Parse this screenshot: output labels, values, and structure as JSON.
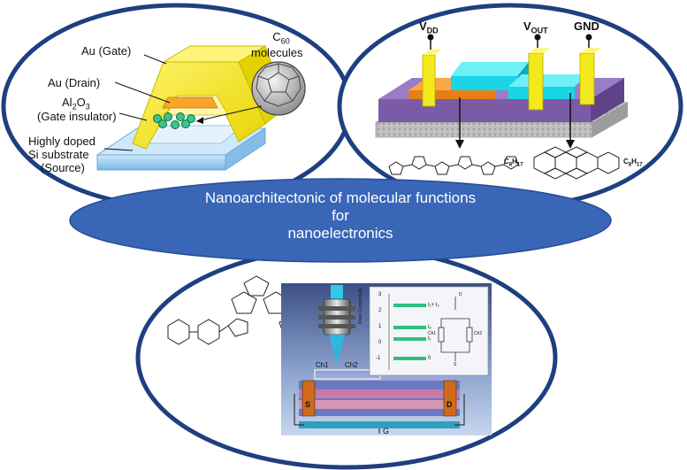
{
  "center_ellipse": {
    "line1": "Nanoarchitectonic of molecular functions",
    "line2": "for",
    "line3": "nanoelectronics",
    "fill": "#3a66b8"
  },
  "panel_left": {
    "au_gate": "Au (Gate)",
    "c60_l1": "C",
    "c60_sub": "60",
    "c60_l2": "molecules",
    "au_drain": "Au (Drain)",
    "al2o3_a": "Al",
    "al2o3_sub2": "2",
    "al2o3_b": "O",
    "al2o3_sub3": "3",
    "gate_insulator": "(Gate insulator)",
    "substrate_l1": "Highly doped",
    "substrate_l2": "Si substrate",
    "substrate_l3": "(Source)"
  },
  "panel_right": {
    "vdd": "V",
    "vdd_sub": "DD",
    "vout": "V",
    "vout_sub": "OUT",
    "gnd": "GND",
    "c8h17_left": "C",
    "c8h17_left_sub": "8",
    "c8h17_left_h": "H",
    "c8h17_left_hsub": "17",
    "c8h17_right": "C",
    "c8h17_right_sub": "8",
    "c8h17_right_h": "H",
    "c8h17_right_hsub": "17"
  },
  "panel_bottom": {
    "ch1": "Ch1",
    "ch2": "Ch2",
    "s_label": "S",
    "d_label": "D",
    "g_label": "G",
    "inset_axis": "Drain Current (pA)",
    "inset_ticks": [
      "3",
      "2",
      "1",
      "0",
      "-1"
    ],
    "inset_levels": [
      "I₁+ I₂",
      "I₂",
      "I₁",
      "0"
    ],
    "inset_circuit_ch1": "Ch1",
    "inset_circuit_ch2": "Ch2",
    "inset_circuit_s": "S",
    "inset_circuit_d": "D"
  },
  "colors": {
    "outline": "#1e3f80",
    "gate_yellow": "#f2ea1c",
    "substrate_blue": "#9fd0f0",
    "cyan_pad": "#19d6e6",
    "orange_pad": "#f08c1c",
    "purple_base": "#7b5aa6"
  }
}
